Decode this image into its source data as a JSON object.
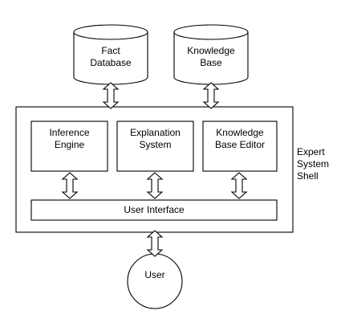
{
  "databases": {
    "fact": "Fact\nDatabase",
    "knowledge": "Knowledge\nBase"
  },
  "shell": {
    "label": "Expert\nSystem\nShell"
  },
  "components": {
    "inference_engine": "Inference\nEngine",
    "explanation_system": "Explanation\nSystem",
    "kb_editor": "Knowledge\nBase Editor"
  },
  "user_interface": "User Interface",
  "user": "User"
}
